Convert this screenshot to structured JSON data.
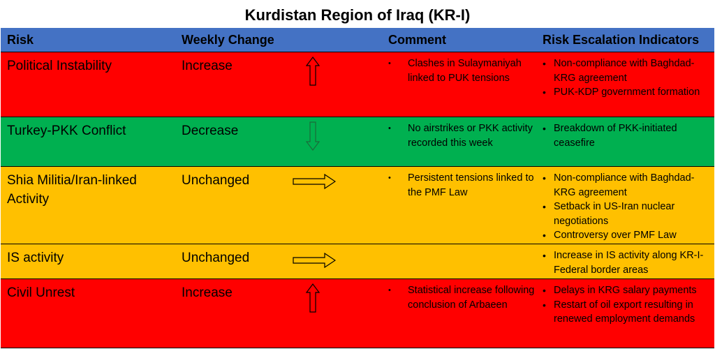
{
  "title": "Kurdistan Region of Iraq (KR-I)",
  "colors": {
    "header": "#4472c4",
    "increase": "#ff0000",
    "decrease": "#00b050",
    "unchanged": "#ffc000"
  },
  "headers": {
    "risk": "Risk",
    "weekly_change": "Weekly Change",
    "comment": "Comment",
    "indicators": "Risk Escalation Indicators"
  },
  "rows": [
    {
      "risk": "Political Instability",
      "change": "Increase",
      "arrow": "up-arrow-icon",
      "comment": [
        "Clashes in Sulaymaniyah linked to PUK tensions"
      ],
      "indicators": [
        "Non-compliance with Baghdad-KRG agreement",
        "PUK-KDP government formation"
      ]
    },
    {
      "risk": "Turkey-PKK Conflict",
      "change": "Decrease",
      "arrow": "down-arrow-icon",
      "comment": [
        "No airstrikes or PKK activity recorded this week"
      ],
      "indicators": [
        "Breakdown of PKK-initiated ceasefire"
      ]
    },
    {
      "risk": "Shia Militia/Iran-linked Activity",
      "change": "Unchanged",
      "arrow": "right-arrow-icon",
      "comment": [
        "Persistent tensions linked to the PMF Law"
      ],
      "indicators": [
        "Non-compliance with Baghdad-KRG agreement",
        "Setback in US-Iran nuclear negotiations",
        "Controversy over PMF Law"
      ]
    },
    {
      "risk": "IS activity",
      "change": "Unchanged",
      "arrow": "right-arrow-icon",
      "comment": [],
      "indicators": [
        "Increase in IS activity along KR-I-Federal border areas"
      ]
    },
    {
      "risk": "Civil Unrest",
      "change": "Increase",
      "arrow": "up-arrow-icon",
      "comment": [
        "Statistical increase following conclusion of Arbaeen"
      ],
      "indicators": [
        "Delays in KRG salary payments",
        "Restart of oil export resulting in renewed employment demands"
      ]
    }
  ]
}
